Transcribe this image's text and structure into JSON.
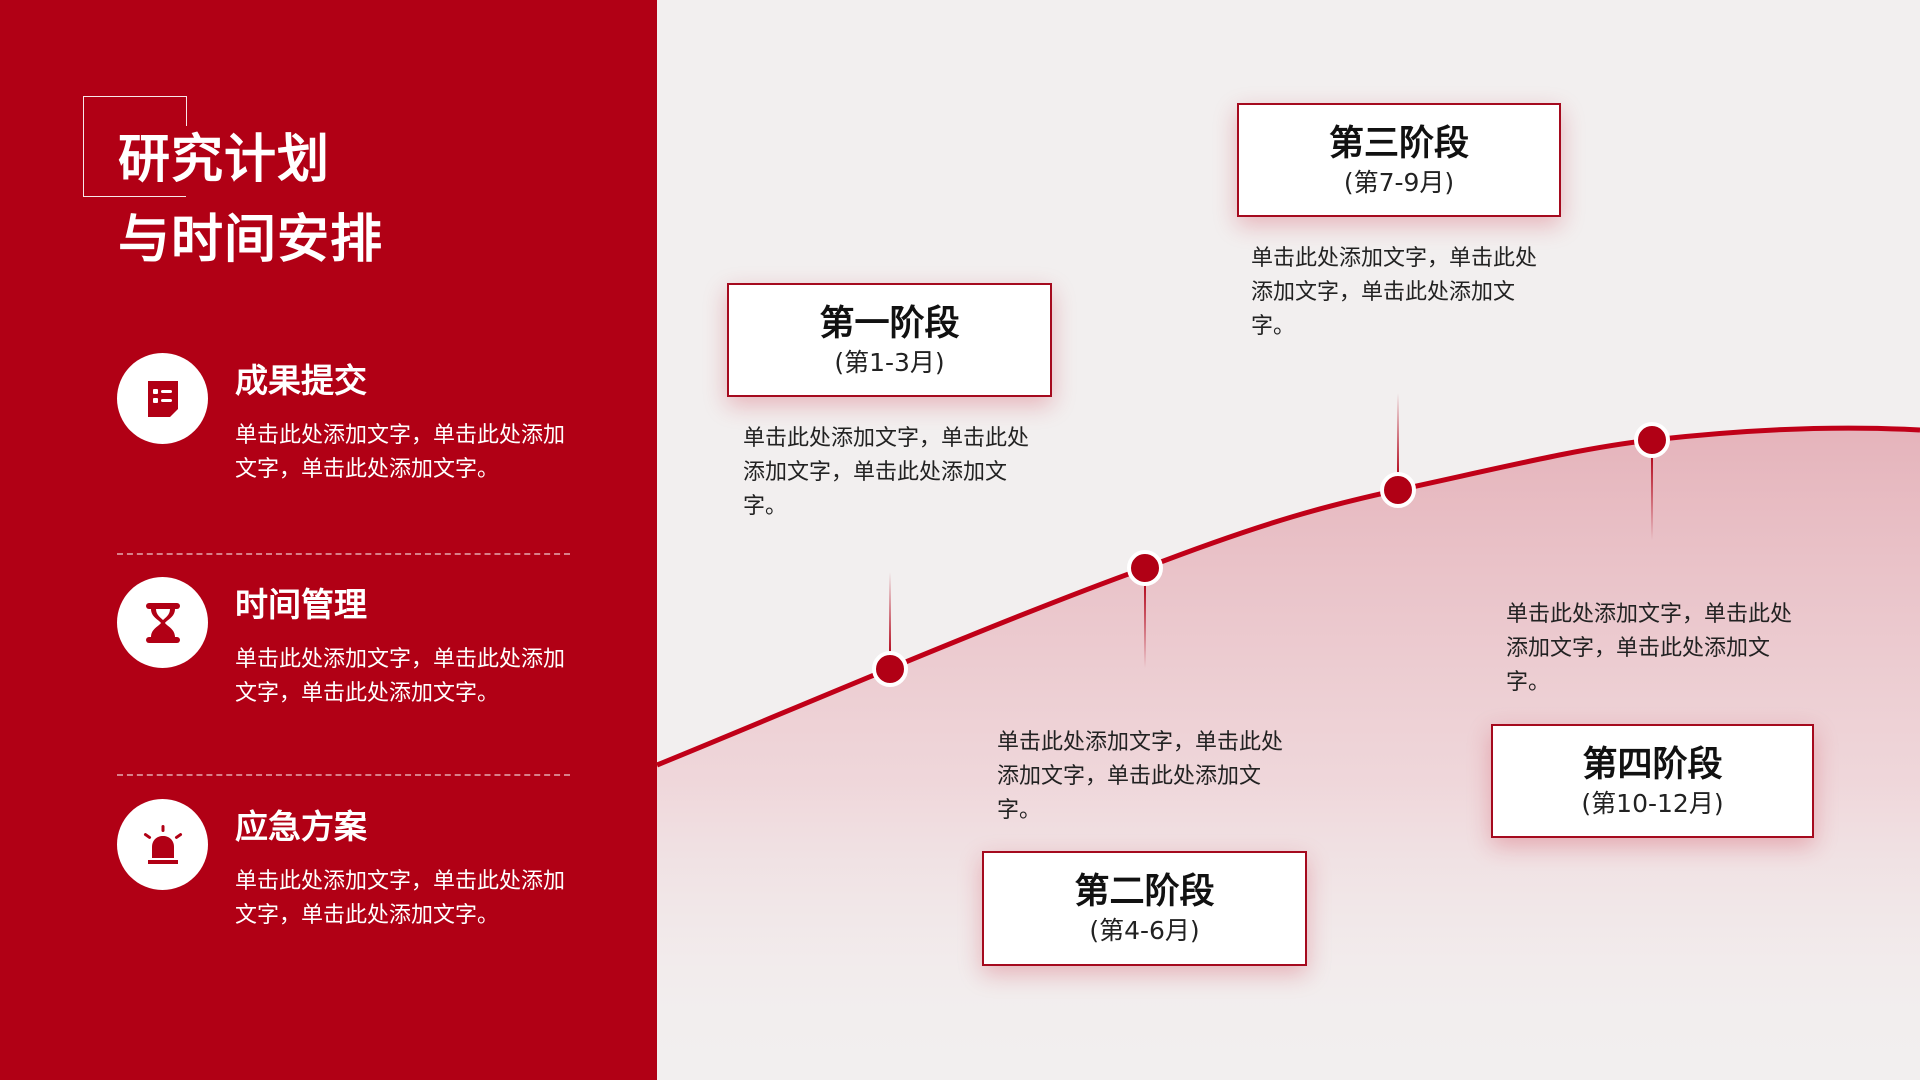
{
  "left_panel": {
    "title_line1": "研究计划",
    "title_line2": "与时间安排",
    "background_color": "#B10015",
    "features": [
      {
        "icon": "document-list-icon",
        "title": "成果提交",
        "desc": "单击此处添加文字，单击此处添加文字，单击此处添加文字。"
      },
      {
        "icon": "hourglass-icon",
        "title": "时间管理",
        "desc": "单击此处添加文字，单击此处添加文字，单击此处添加文字。"
      },
      {
        "icon": "alarm-siren-icon",
        "title": "应急方案",
        "desc": "单击此处添加文字，单击此处添加文字，单击此处添加文字。"
      }
    ]
  },
  "timeline": {
    "accent_color": "#C00018",
    "stages": [
      {
        "name": "第一阶段",
        "period": "(第1-3月)",
        "desc": "单击此处添加文字，单击此处添加文字，单击此处添加文字。"
      },
      {
        "name": "第二阶段",
        "period": "(第4-6月)",
        "desc": "单击此处添加文字，单击此处添加文字，单击此处添加文字。"
      },
      {
        "name": "第三阶段",
        "period": "(第7-9月)",
        "desc": "单击此处添加文字，单击此处添加文字，单击此处添加文字。"
      },
      {
        "name": "第四阶段",
        "period": "(第10-12月)",
        "desc": "单击此处添加文字，单击此处添加文字，单击此处添加文字。"
      }
    ]
  }
}
